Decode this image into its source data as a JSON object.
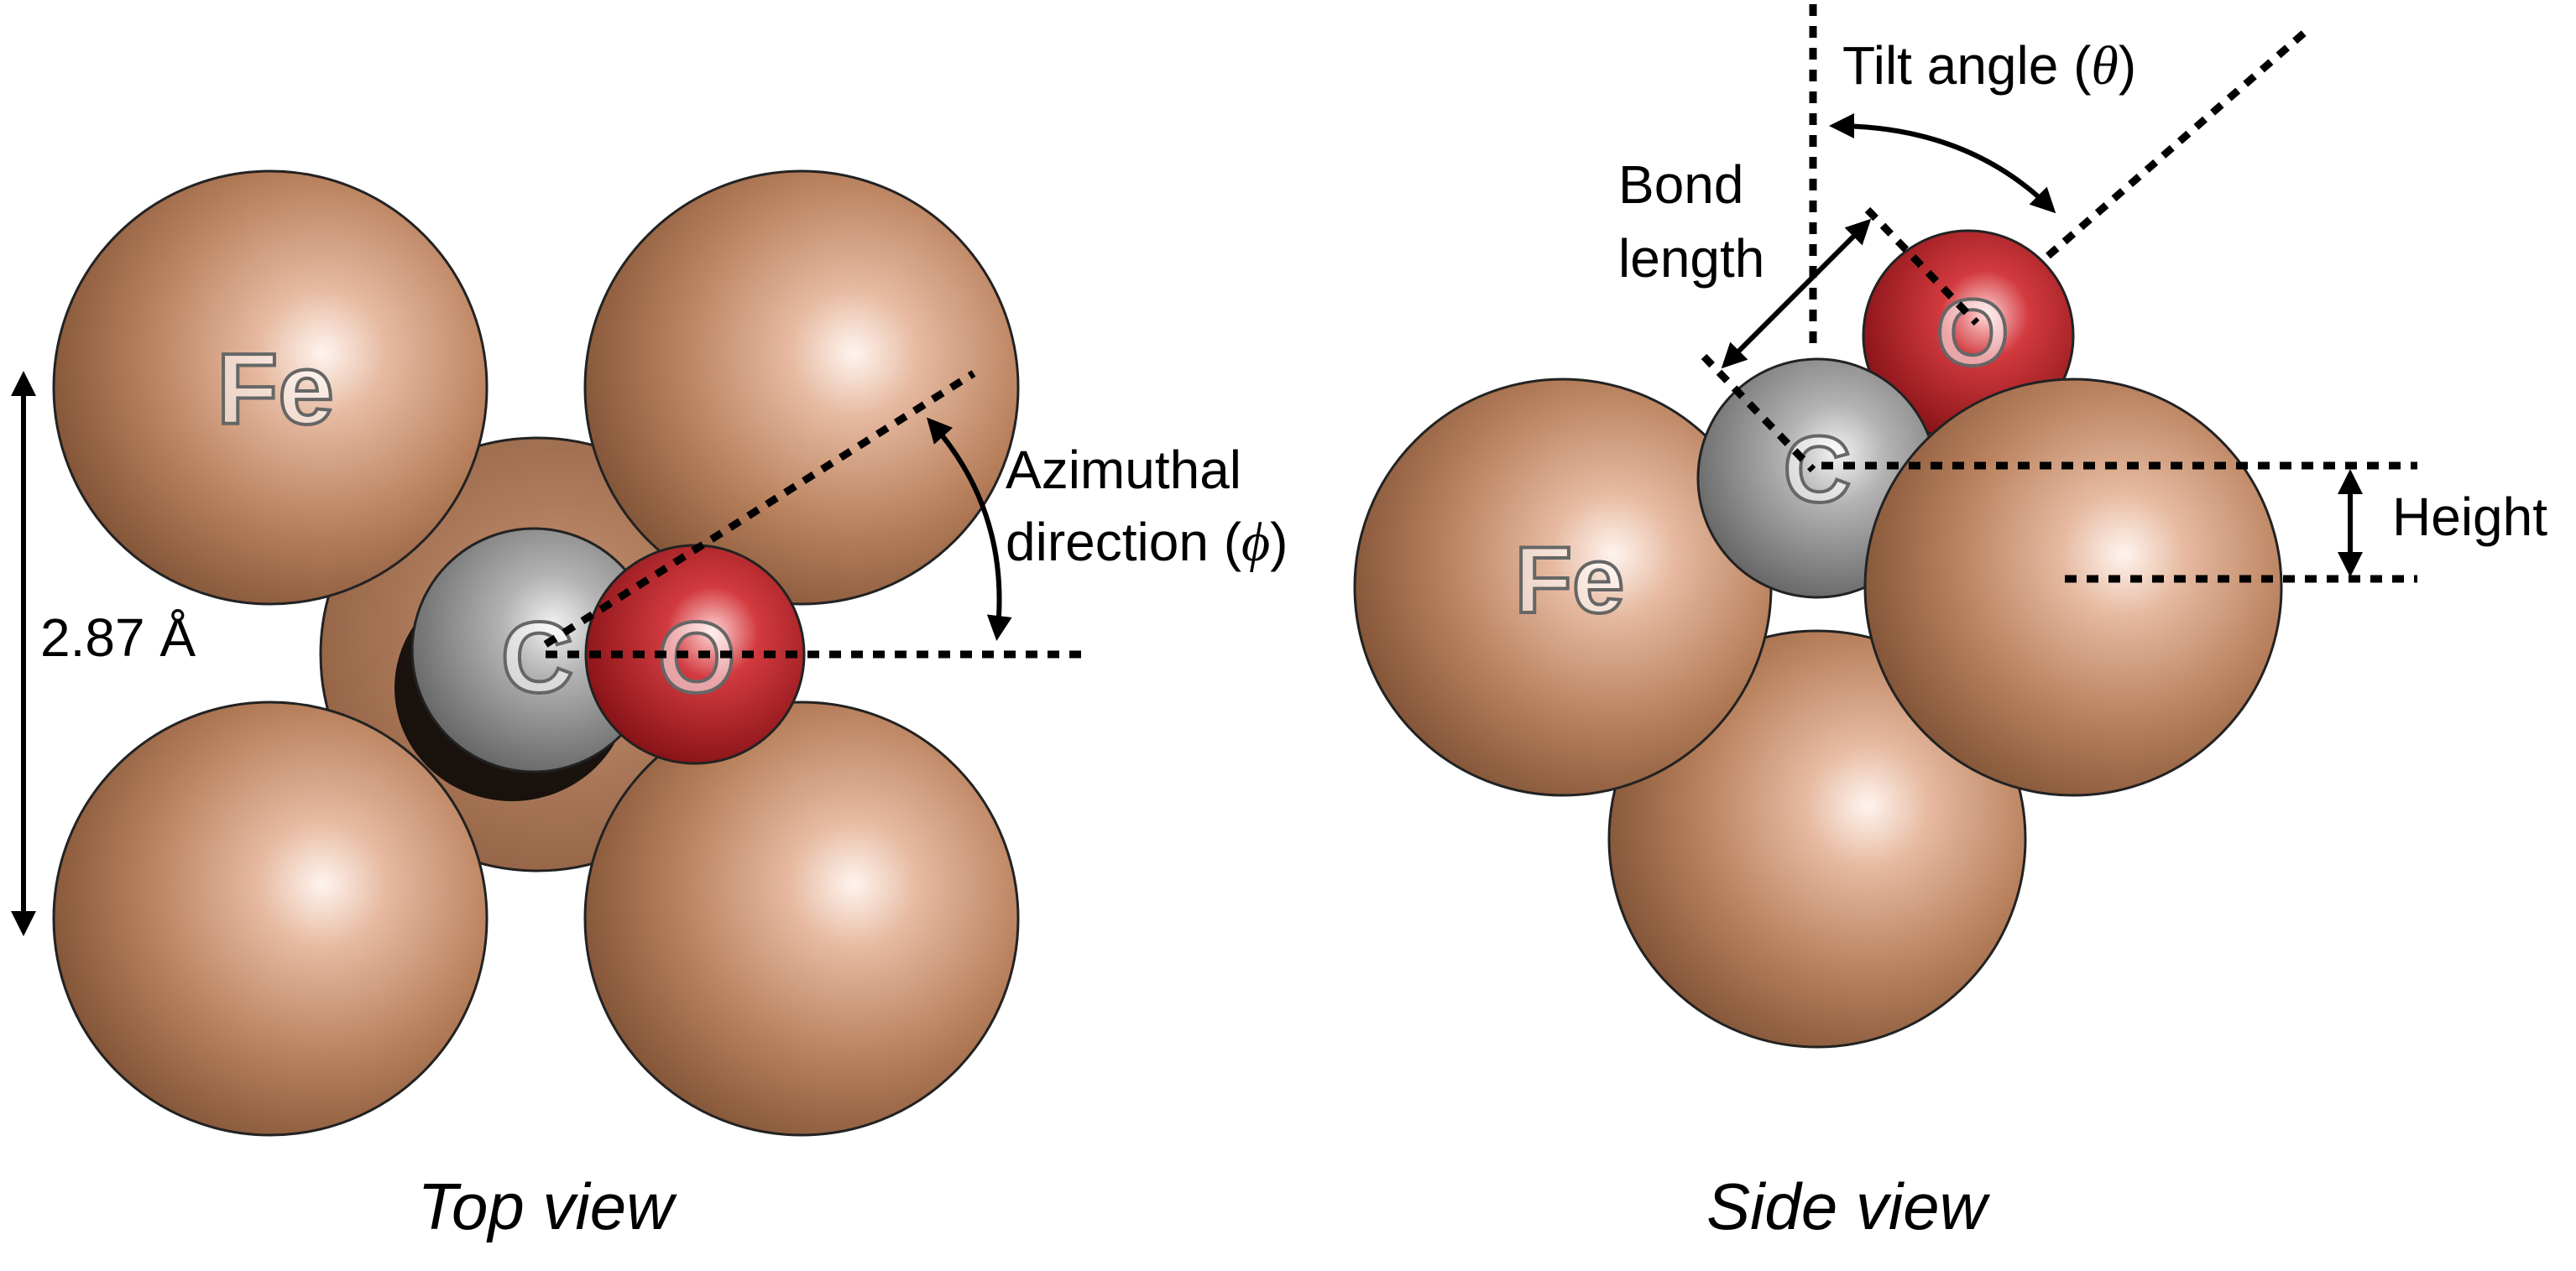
{
  "top_view": {
    "caption": "Top view",
    "fe_label": "Fe",
    "c_label": "C",
    "o_label": "O",
    "lattice_label": "2.87 Å",
    "azimuthal_line1": "Azimuthal",
    "azimuthal_line2_prefix": "direction (",
    "azimuthal_symbol": "ϕ",
    "azimuthal_line2_suffix": ")"
  },
  "side_view": {
    "caption": "Side view",
    "fe_label": "Fe",
    "c_label": "C",
    "o_label": "O",
    "tilt_prefix": "Tilt angle (",
    "tilt_symbol": "θ",
    "tilt_suffix": ")",
    "bond_line1": "Bond",
    "bond_line2": "length",
    "height_label": "Height"
  },
  "colors": {
    "fe": "#b8805c",
    "carbon": "#8f8f8f",
    "oxygen": "#b01c22",
    "background": "#ffffff"
  }
}
